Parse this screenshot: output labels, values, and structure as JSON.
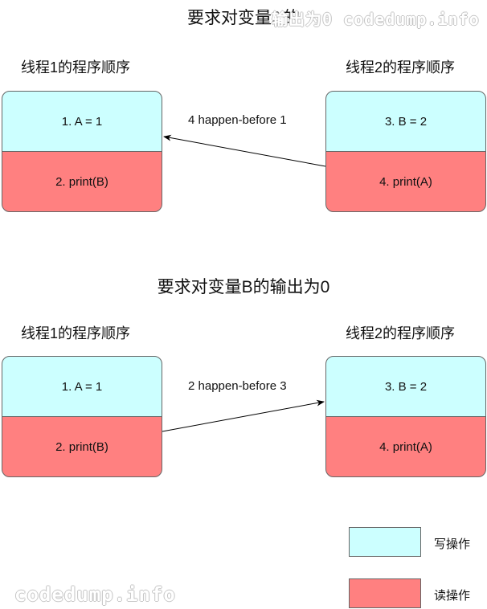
{
  "diagram1": {
    "title": "要求对变量A的",
    "thread1_heading": "线程1的程序顺序",
    "thread2_heading": "线程2的程序顺序",
    "t1_op1": "1. A = 1",
    "t1_op2": "2. print(B)",
    "t2_op1": "3. B = 2",
    "t2_op2": "4. print(A)",
    "edge_label": "4 happen-before 1"
  },
  "diagram2": {
    "title": "要求对变量B的输出为0",
    "thread1_heading": "线程1的程序顺序",
    "thread2_heading": "线程2的程序顺序",
    "t1_op1": "1. A = 1",
    "t1_op2": "2. print(B)",
    "t2_op1": "3. B = 2",
    "t2_op2": "4. print(A)",
    "edge_label": "2 happen-before 3"
  },
  "legend": {
    "write_label": "写操作",
    "read_label": "读操作"
  },
  "watermarks": {
    "top": "输出为0 codedump.info",
    "bottom": "codedump.info"
  },
  "colors": {
    "write": "#ccffff",
    "read": "#ff8080"
  }
}
